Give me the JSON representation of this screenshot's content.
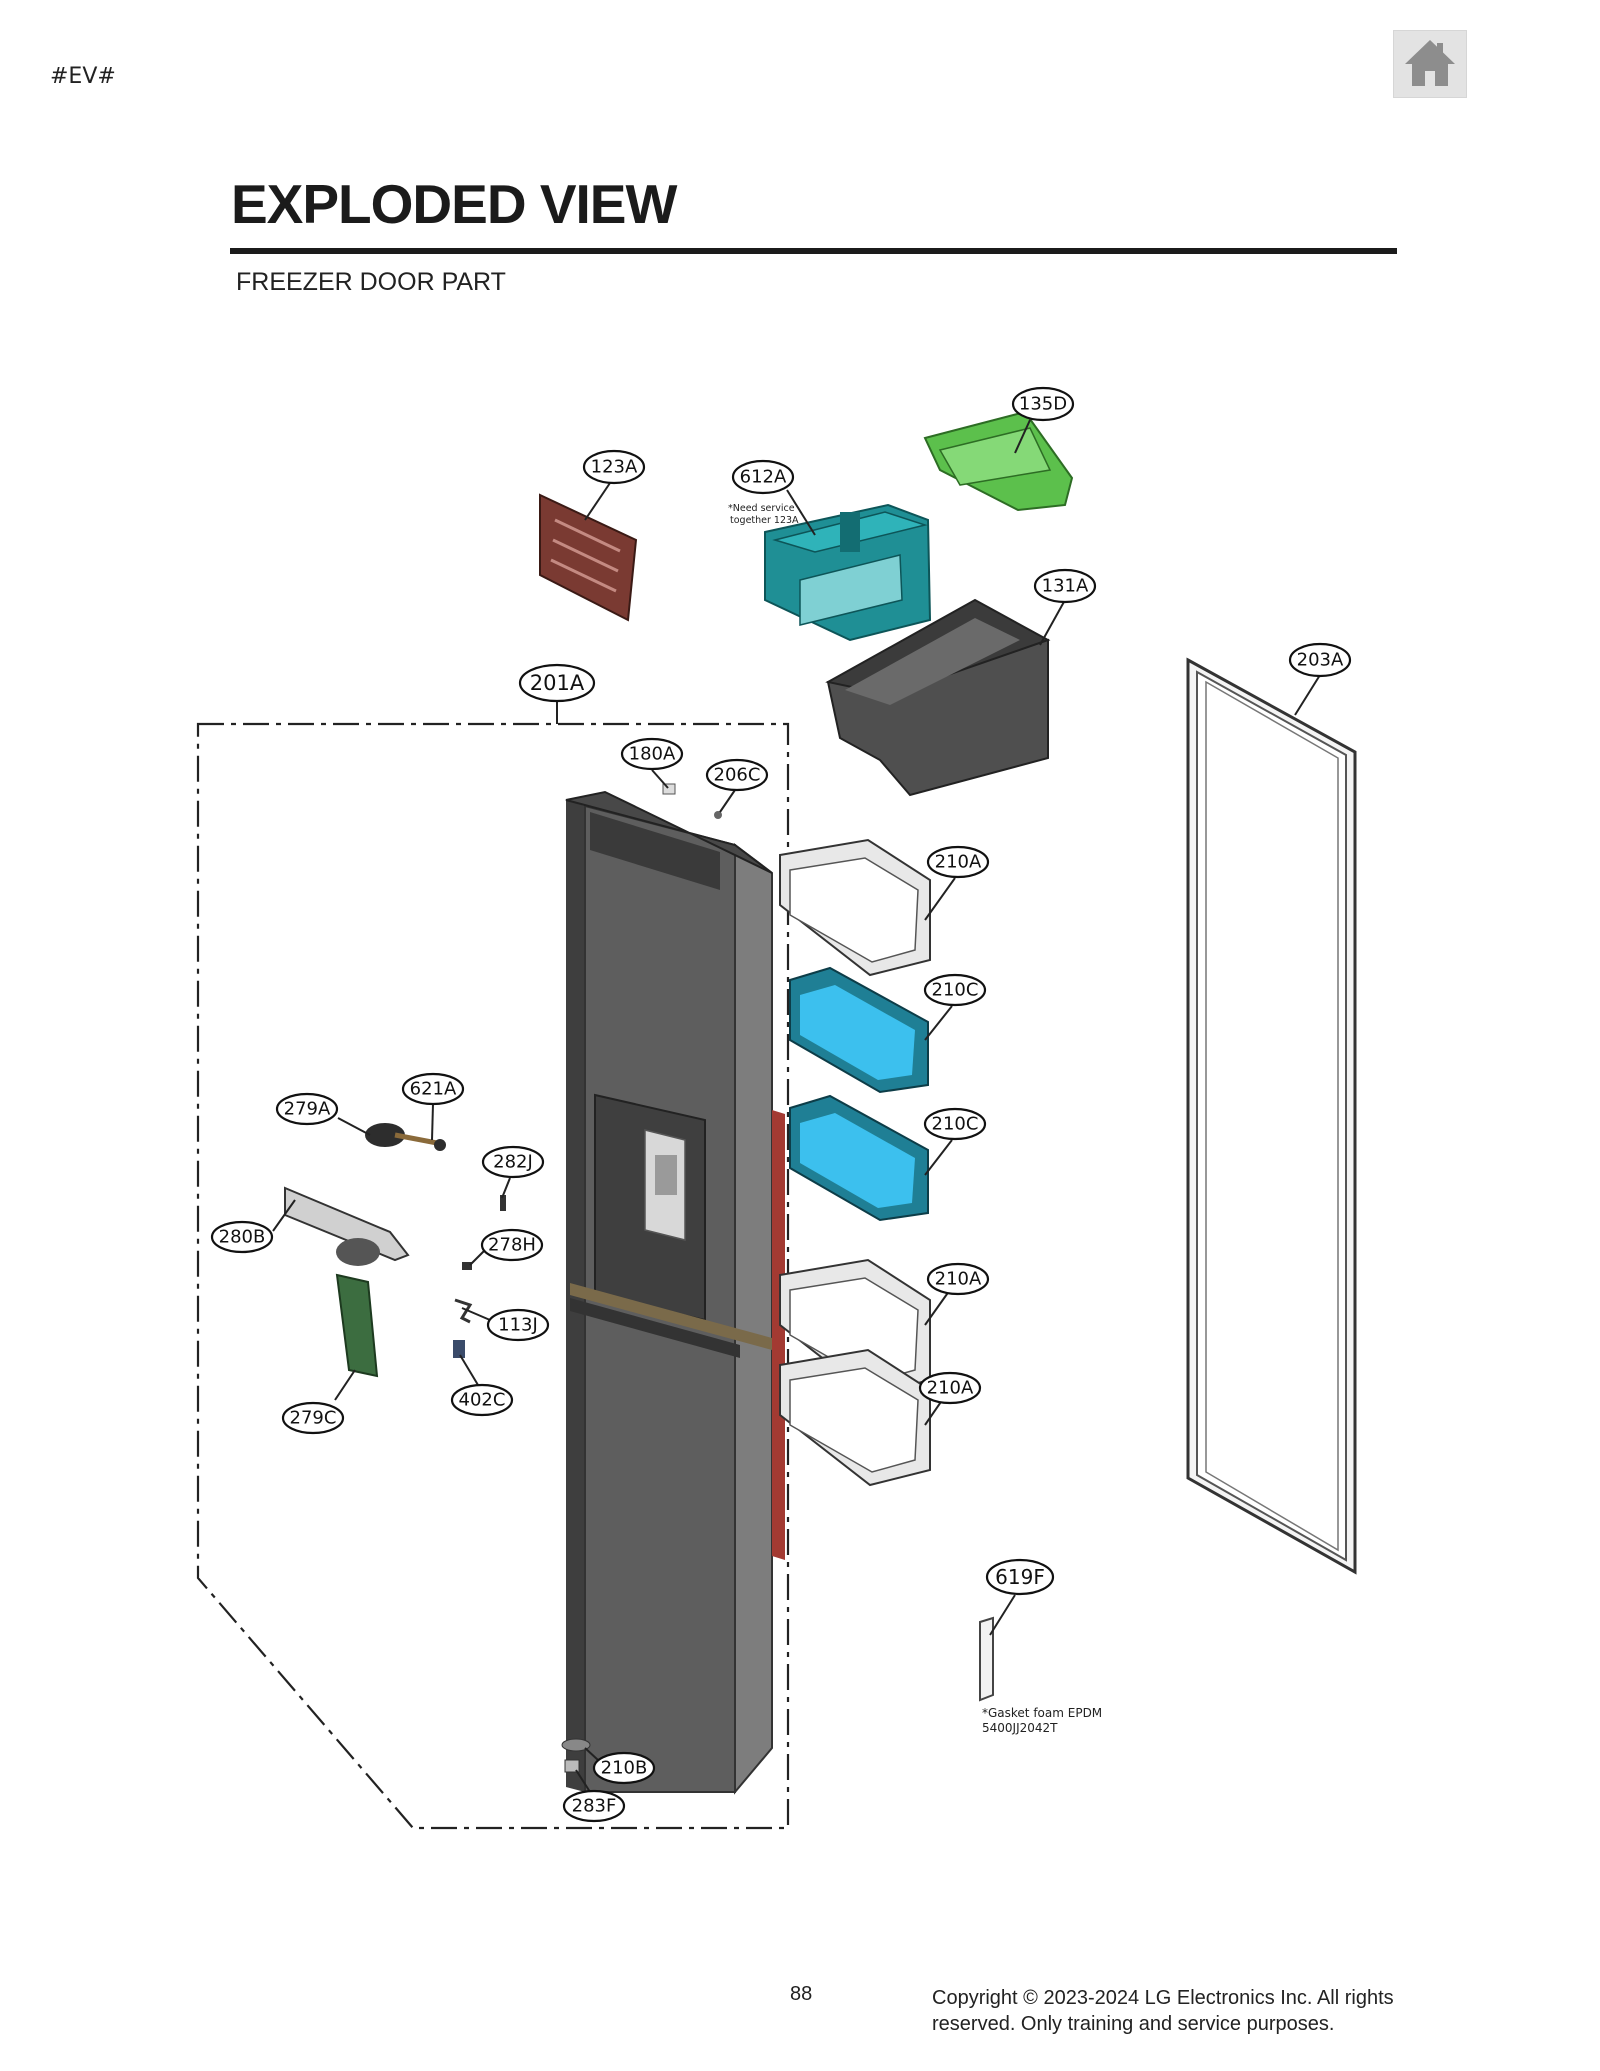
{
  "header": {
    "doc_code": "#EV#",
    "home_icon": "home-icon"
  },
  "page": {
    "title": "EXPLODED VIEW",
    "subtitle": "FREEZER DOOR PART"
  },
  "diagram": {
    "labels": {
      "l135D": "135D",
      "l123A": "123A",
      "l612A": "612A",
      "l131A": "131A",
      "l203A": "203A",
      "l201A": "201A",
      "l180A": "180A",
      "l206C": "206C",
      "l210A_1": "210A",
      "l210C_1": "210C",
      "l210C_2": "210C",
      "l621A": "621A",
      "l279A": "279A",
      "l282J": "282J",
      "l280B": "280B",
      "l278H": "278H",
      "l113J": "113J",
      "l402C": "402C",
      "l279C": "279C",
      "l210A_2": "210A",
      "l210A_3": "210A",
      "l619F": "619F",
      "l210B": "210B",
      "l283F": "283F"
    },
    "notes": {
      "service_note_1": "*Need service",
      "service_note_2": "together 123A",
      "gasket_note_1": "*Gasket foam EPDM",
      "gasket_note_2": "5400JJ2042T"
    },
    "colors": {
      "door": "#5e5e5e",
      "basket_blue": "#3cc0ee",
      "ice_bin_teal": "#1f8f95",
      "auger_green": "#5cc04c",
      "cover_brown": "#7a3a32"
    }
  },
  "footer": {
    "page_number": "88",
    "copyright_line1": "Copyright © 2023-2024 LG Electronics Inc. All rights",
    "copyright_line2": "reserved. Only training and service purposes."
  }
}
